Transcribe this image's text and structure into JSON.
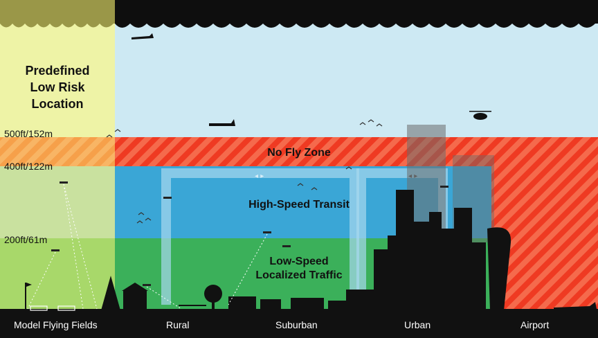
{
  "low_risk_label": "Predefined\nLow Risk\nLocation",
  "altitudes": {
    "a500": "500ft/152m",
    "a400": "400ft/122m",
    "a200": "200ft/61m"
  },
  "zones": {
    "no_fly": "No Fly Zone",
    "high_speed": "High-Speed Transit",
    "low_speed": "Low-Speed\nLocalized Traffic"
  },
  "categories": {
    "model_fields": "Model Flying Fields",
    "rural": "Rural",
    "suburban": "Suburban",
    "urban": "Urban",
    "airport": "Airport"
  },
  "colors": {
    "sky": "#cde9f3",
    "low_risk": "#eef3a6",
    "no_fly": "#ef3a22",
    "high_speed": "#3aa6d6",
    "low_speed": "#3bb05a",
    "ground": "#111111"
  }
}
